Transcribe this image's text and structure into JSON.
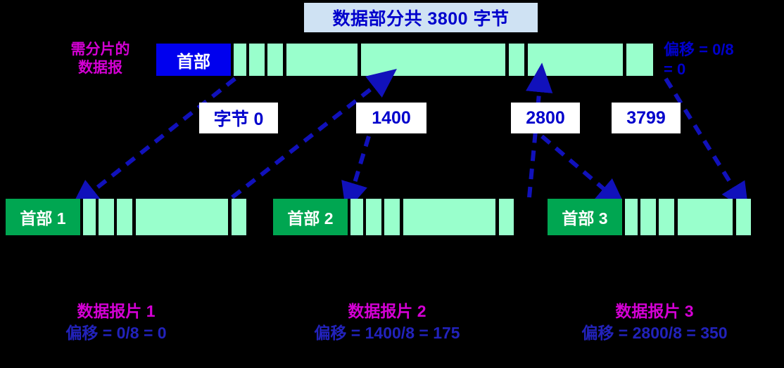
{
  "banner": {
    "text": "数据部分共 3800 字节"
  },
  "datagram": {
    "side_label_line1": "需分片的",
    "side_label_line2": "数据报",
    "header_label": "首部",
    "offset_line1": "偏移 = 0/8",
    "offset_line2": "= 0"
  },
  "callouts": [
    {
      "id": "byte-0",
      "text": "字节 0"
    },
    {
      "id": "byte-1400",
      "text": "1400"
    },
    {
      "id": "byte-2800",
      "text": "2800"
    },
    {
      "id": "byte-3799",
      "text": "3799"
    }
  ],
  "fragments": [
    {
      "header_label": "首部 1",
      "caption_title": "数据报片 1",
      "caption_offset": "偏移 = 0/8 = 0"
    },
    {
      "header_label": "首部 2",
      "caption_title": "数据报片 2",
      "caption_offset": "偏移 = 1400/8 = 175"
    },
    {
      "header_label": "首部 3",
      "caption_title": "数据报片 3",
      "caption_offset": "偏移 = 2800/8 = 350"
    }
  ],
  "colors": {
    "background": "#000000",
    "banner_fill": "#cfe2f3",
    "banner_text": "#0000cc",
    "datagram_header": "#0000ee",
    "fragment_header": "#00a651",
    "data_cell": "#99ffcc",
    "magenta_label": "#d400d4",
    "blue_label": "#0000cc",
    "leader_line": "#1111bb",
    "callout_fill": "#ffffff"
  }
}
